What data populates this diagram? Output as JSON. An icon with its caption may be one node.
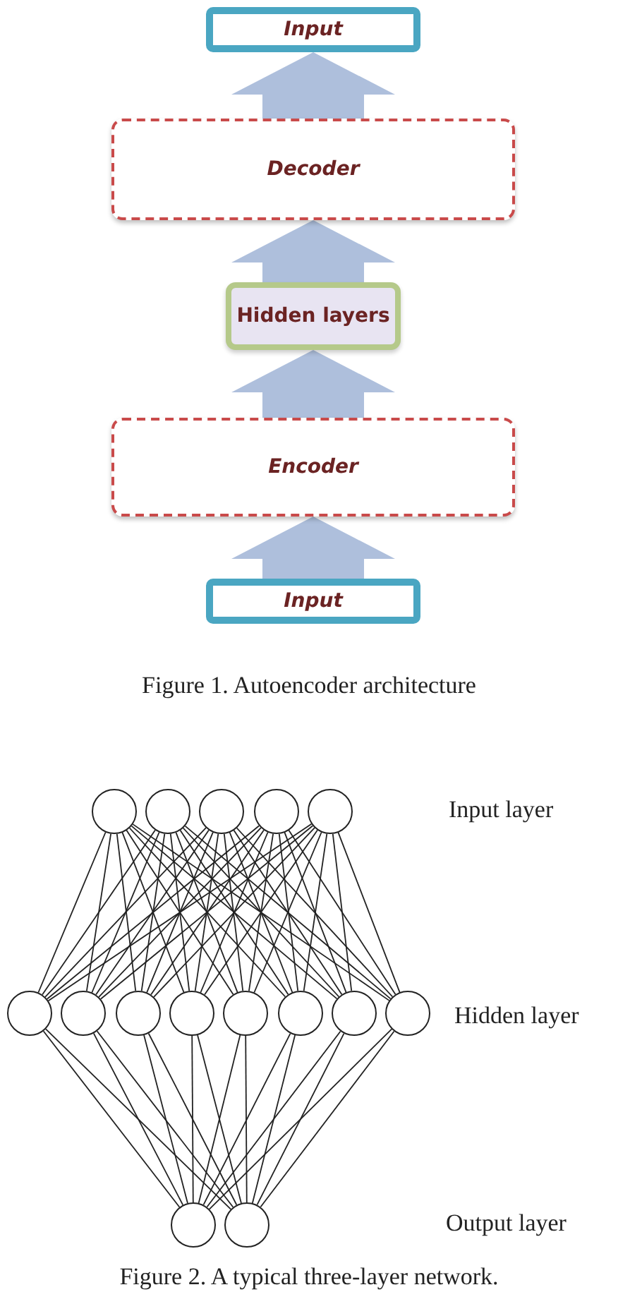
{
  "diagram": {
    "nodes": [
      {
        "text": [
          "Input"
        ]
      },
      {
        "text": [
          "Decoder"
        ]
      },
      {
        "text": [
          "Hidden layers"
        ]
      },
      {
        "text": [
          "Encoder"
        ]
      },
      {
        "text": [
          "Input"
        ]
      },
      {
        "text": [],
        "shape": "circle"
      },
      {
        "text": [],
        "shape": "circle"
      },
      {
        "text": [],
        "shape": "circle"
      },
      {
        "text": [],
        "shape": "circle"
      },
      {
        "text": [],
        "shape": "circle"
      },
      {
        "text": [],
        "shape": "circle"
      },
      {
        "text": [],
        "shape": "circle"
      },
      {
        "text": [],
        "shape": "circle"
      },
      {
        "text": [],
        "shape": "circle"
      },
      {
        "text": [],
        "shape": "circle"
      },
      {
        "text": [],
        "shape": "circle"
      },
      {
        "text": [],
        "shape": "circle"
      },
      {
        "text": [],
        "shape": "circle"
      },
      {
        "text": [],
        "shape": "circle"
      },
      {
        "text": [],
        "shape": "circle"
      }
    ],
    "edges": [
      {
        "from": 4,
        "to": 3,
        "arrow": "to",
        "style": "thick",
        "color": "#aebfdc"
      },
      {
        "from": 3,
        "to": 2,
        "arrow": "to",
        "style": "thick",
        "color": "#aebfdc"
      },
      {
        "from": 2,
        "to": 1,
        "arrow": "to",
        "style": "thick",
        "color": "#aebfdc"
      },
      {
        "from": 1,
        "to": 0,
        "arrow": "to",
        "style": "thick",
        "color": "#aebfdc"
      },
      {
        "from": 5,
        "to": 10,
        "arrow": "none"
      },
      {
        "from": 5,
        "to": 11,
        "arrow": "none"
      },
      {
        "from": 5,
        "to": 12,
        "arrow": "none"
      },
      {
        "from": 5,
        "to": 13,
        "arrow": "none"
      },
      {
        "from": 5,
        "to": 14,
        "arrow": "none"
      },
      {
        "from": 5,
        "to": 15,
        "arrow": "none"
      },
      {
        "from": 5,
        "to": 16,
        "arrow": "none"
      },
      {
        "from": 5,
        "to": 17,
        "arrow": "none"
      },
      {
        "from": 6,
        "to": 10,
        "arrow": "none"
      },
      {
        "from": 6,
        "to": 11,
        "arrow": "none"
      },
      {
        "from": 6,
        "to": 12,
        "arrow": "none"
      },
      {
        "from": 6,
        "to": 13,
        "arrow": "none"
      },
      {
        "from": 6,
        "to": 14,
        "arrow": "none"
      },
      {
        "from": 6,
        "to": 15,
        "arrow": "none"
      },
      {
        "from": 6,
        "to": 16,
        "arrow": "none"
      },
      {
        "from": 6,
        "to": 17,
        "arrow": "none"
      },
      {
        "from": 7,
        "to": 10,
        "arrow": "none"
      },
      {
        "from": 7,
        "to": 11,
        "arrow": "none"
      },
      {
        "from": 7,
        "to": 12,
        "arrow": "none"
      },
      {
        "from": 7,
        "to": 13,
        "arrow": "none"
      },
      {
        "from": 7,
        "to": 14,
        "arrow": "none"
      },
      {
        "from": 7,
        "to": 15,
        "arrow": "none"
      },
      {
        "from": 7,
        "to": 16,
        "arrow": "none"
      },
      {
        "from": 7,
        "to": 17,
        "arrow": "none"
      },
      {
        "from": 8,
        "to": 10,
        "arrow": "none"
      },
      {
        "from": 8,
        "to": 11,
        "arrow": "none"
      },
      {
        "from": 8,
        "to": 12,
        "arrow": "none"
      },
      {
        "from": 8,
        "to": 13,
        "arrow": "none"
      },
      {
        "from": 8,
        "to": 14,
        "arrow": "none"
      },
      {
        "from": 8,
        "to": 15,
        "arrow": "none"
      },
      {
        "from": 8,
        "to": 16,
        "arrow": "none"
      },
      {
        "from": 8,
        "to": 17,
        "arrow": "none"
      },
      {
        "from": 9,
        "to": 10,
        "arrow": "none"
      },
      {
        "from": 9,
        "to": 11,
        "arrow": "none"
      },
      {
        "from": 9,
        "to": 12,
        "arrow": "none"
      },
      {
        "from": 9,
        "to": 13,
        "arrow": "none"
      },
      {
        "from": 9,
        "to": 14,
        "arrow": "none"
      },
      {
        "from": 9,
        "to": 15,
        "arrow": "none"
      },
      {
        "from": 9,
        "to": 16,
        "arrow": "none"
      },
      {
        "from": 9,
        "to": 17,
        "arrow": "none"
      },
      {
        "from": 10,
        "to": 18,
        "arrow": "none"
      },
      {
        "from": 10,
        "to": 19,
        "arrow": "none"
      },
      {
        "from": 11,
        "to": 18,
        "arrow": "none"
      },
      {
        "from": 11,
        "to": 19,
        "arrow": "none"
      },
      {
        "from": 12,
        "to": 18,
        "arrow": "none"
      },
      {
        "from": 12,
        "to": 19,
        "arrow": "none"
      },
      {
        "from": 13,
        "to": 18,
        "arrow": "none"
      },
      {
        "from": 13,
        "to": 19,
        "arrow": "none"
      },
      {
        "from": 14,
        "to": 18,
        "arrow": "none"
      },
      {
        "from": 14,
        "to": 19,
        "arrow": "none"
      },
      {
        "from": 15,
        "to": 18,
        "arrow": "none"
      },
      {
        "from": 15,
        "to": 19,
        "arrow": "none"
      },
      {
        "from": 16,
        "to": 18,
        "arrow": "none"
      },
      {
        "from": 16,
        "to": 19,
        "arrow": "none"
      },
      {
        "from": 17,
        "to": 18,
        "arrow": "none"
      },
      {
        "from": 17,
        "to": 19,
        "arrow": "none"
      }
    ],
    "labels": [
      "Figure 1. Autoencoder architecture",
      "Input layer",
      "Hidden layer",
      "Output layer",
      "Figure 2. A typical three-layer network."
    ]
  }
}
